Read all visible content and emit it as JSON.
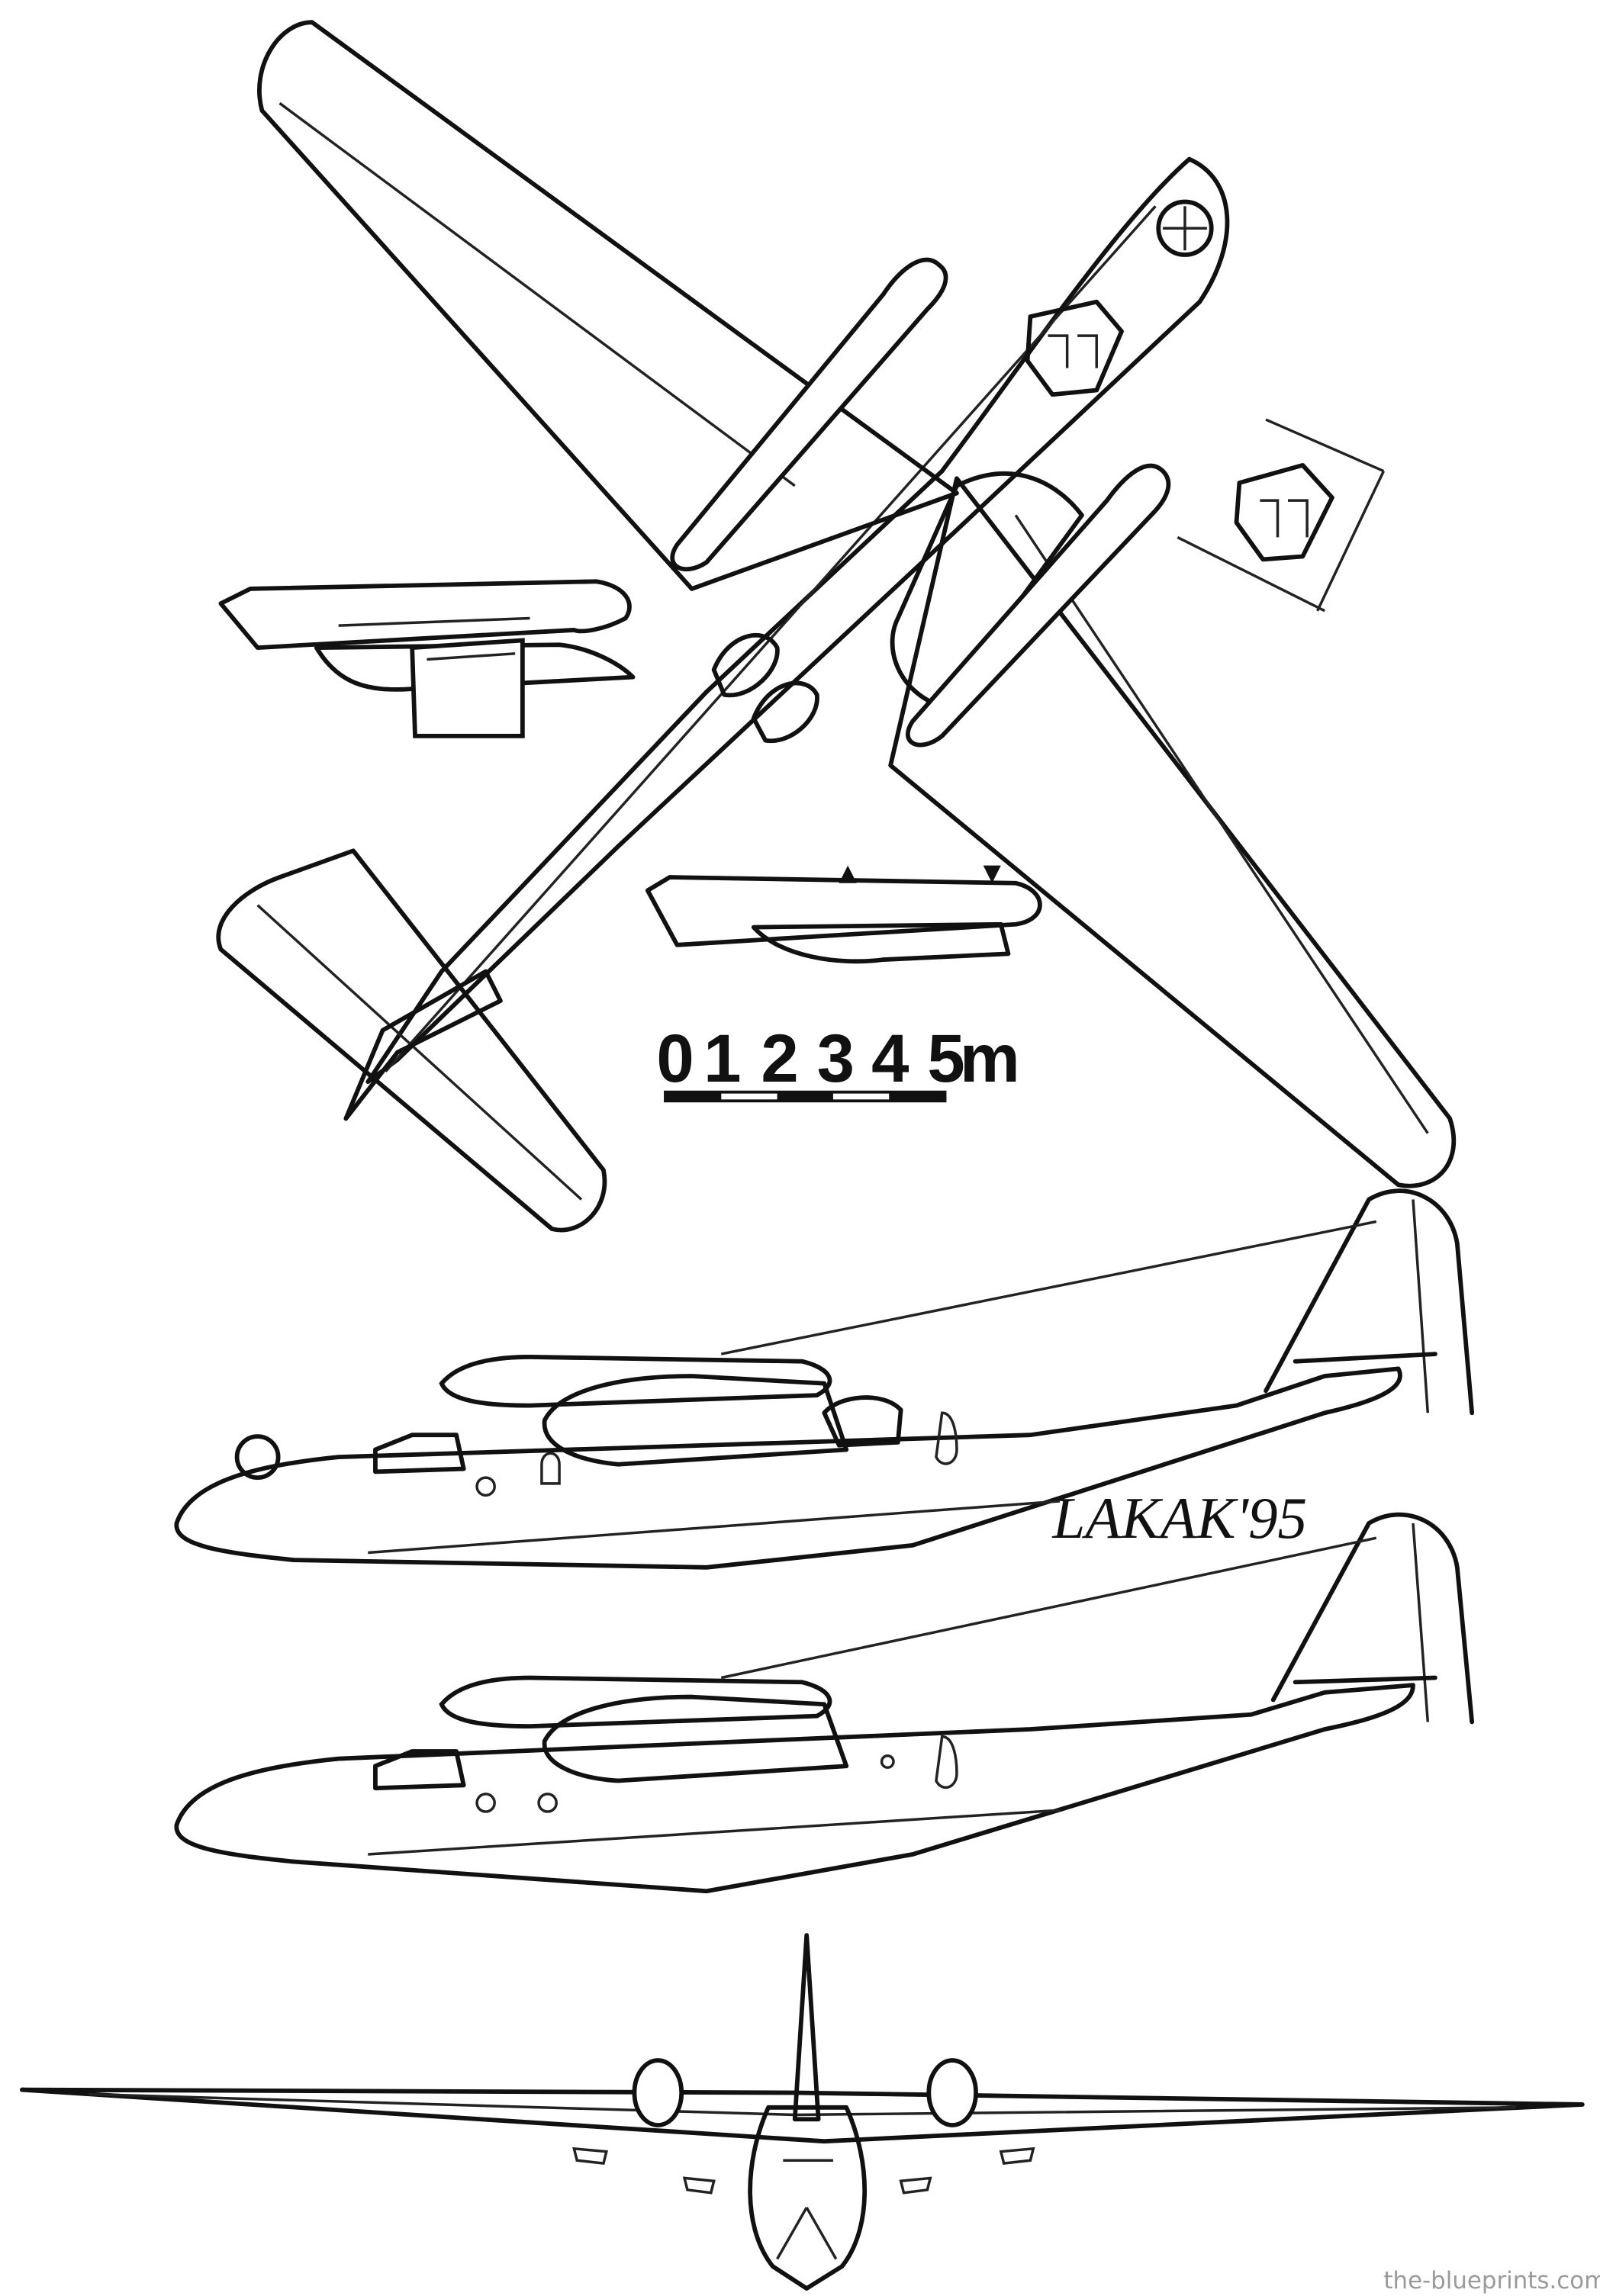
{
  "scale_bar": {
    "ticks": [
      "0",
      "1",
      "2",
      "3",
      "4",
      "5"
    ],
    "unit": "m"
  },
  "signature": "LAKAK'95",
  "watermark": "the-blueprints.com"
}
